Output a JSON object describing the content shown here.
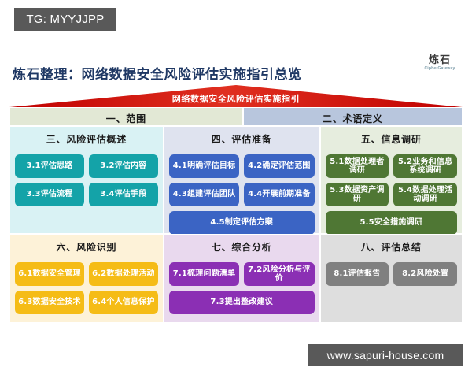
{
  "watermarks": {
    "top_tag": "TG: MYYJJPP",
    "bottom_url": "www.sapuri-house.com"
  },
  "header": {
    "page_title": "炼石整理：网络数据安全风险评估实施指引总览",
    "logo_cn": "炼石",
    "logo_en": "CipherGateway"
  },
  "diagram": {
    "banner_label": "网络数据安全风险评估实施指引",
    "colors": {
      "banner_red": "#c00000",
      "scope_header_bg": "#e2e8d5",
      "terms_header_bg": "#b8c6dd",
      "overview_bg": "#d9f2f4",
      "overview_chip": "#14a3a8",
      "prep_bg": "#dfe3ef",
      "prep_chip": "#3b64c4",
      "survey_bg": "#e6edde",
      "survey_chip": "#4f7734",
      "identify_bg": "#fdf2d8",
      "identify_chip": "#f5bc16",
      "analysis_bg": "#e9d9ee",
      "analysis_chip": "#8b2fb4",
      "summary_bg": "#dedede",
      "summary_chip": "#808080"
    },
    "top_band": [
      {
        "id": "scope",
        "title": "一、范围"
      },
      {
        "id": "terms",
        "title": "二、术语定义"
      }
    ],
    "mid_band": [
      {
        "id": "overview",
        "title": "三、风险评估概述",
        "items": [
          "3.1评估思路",
          "3.2评估内容",
          "3.3评估流程",
          "3.4评估手段"
        ]
      },
      {
        "id": "preparation",
        "title": "四、评估准备",
        "items": [
          "4.1明确评估目标",
          "4.2确定评估范围",
          "4.3组建评估团队",
          "4.4开展前期准备",
          "4.5制定评估方案"
        ]
      },
      {
        "id": "survey",
        "title": "五、信息调研",
        "items": [
          "5.1数据处理者调研",
          "5.2业务和信息系统调研",
          "5.3数据资产调研",
          "5.4数据处理活动调研",
          "5.5安全措施调研"
        ]
      }
    ],
    "bottom_band": [
      {
        "id": "identification",
        "title": "六、风险识别",
        "items": [
          "6.1数据安全管理",
          "6.2数据处理活动",
          "6.3数据安全技术",
          "6.4个人信息保护"
        ]
      },
      {
        "id": "analysis",
        "title": "七、综合分析",
        "items": [
          "7.1梳理问题清单",
          "7.2风险分析与评价",
          "7.3提出整改建议"
        ]
      },
      {
        "id": "summary",
        "title": "八、评估总结",
        "items": [
          "8.1评估报告",
          "8.2风险处置"
        ]
      }
    ]
  }
}
